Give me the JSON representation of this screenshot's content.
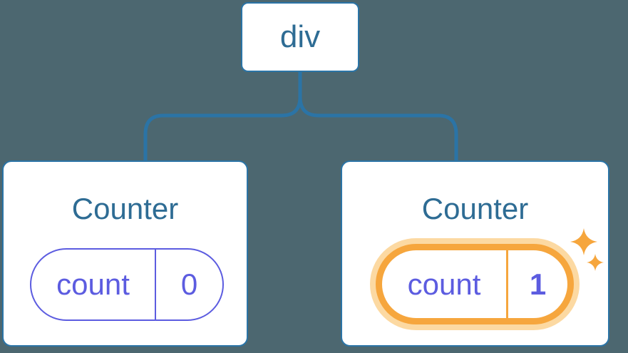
{
  "colors": {
    "background": "#4c6770",
    "line": "#2b74a6",
    "heading": "#2e6c94",
    "purple": "#5c5ce0",
    "orange": "#f6a63d",
    "orange_glow": "#fcd9a2",
    "card_bg": "#ffffff"
  },
  "diagram": {
    "root": {
      "label": "div"
    },
    "children": [
      {
        "title": "Counter",
        "state_name": "count",
        "state_value": "0",
        "highlighted": false
      },
      {
        "title": "Counter",
        "state_name": "count",
        "state_value": "1",
        "highlighted": true,
        "badge_icon": "sparkles-icon"
      }
    ]
  }
}
